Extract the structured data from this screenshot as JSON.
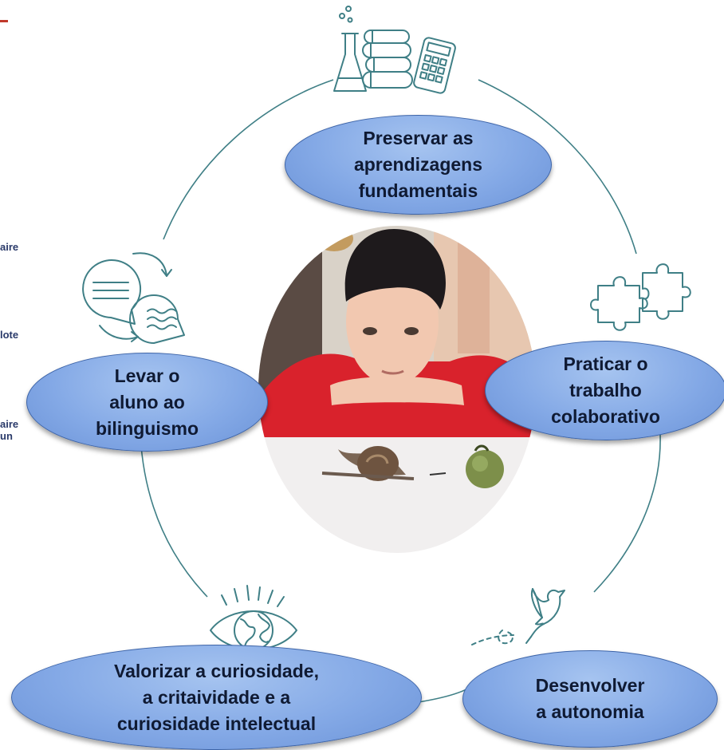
{
  "nodes": {
    "top": "Preservar as\naprendizagens\nfundamentais",
    "left": "Levar o\naluno ao\nbilinguismo",
    "right": "Praticar o\ntrabalho\ncolaborativo",
    "bottom_left": "Valorizar a curiosidade,\na critaividade e a\ncuriosidade intelectual",
    "bottom_right": "Desenvolver\na autonomia"
  },
  "side_fragments": [
    "aire",
    "lote",
    "aire\nun"
  ],
  "colors": {
    "ring_line": "#3f7f86",
    "ellipse_fill": "#84a9e6",
    "ellipse_border": "#3d64a8",
    "icon_stroke": "#3f7f86"
  },
  "icons": {
    "top": "science-books-calculator-icon",
    "left": "chat-bubbles-icon",
    "right": "puzzle-pieces-icon",
    "bottom_left": "eye-globe-icon",
    "bottom_right": "bird-icon"
  },
  "photo": "child-looking-at-snail-photo"
}
